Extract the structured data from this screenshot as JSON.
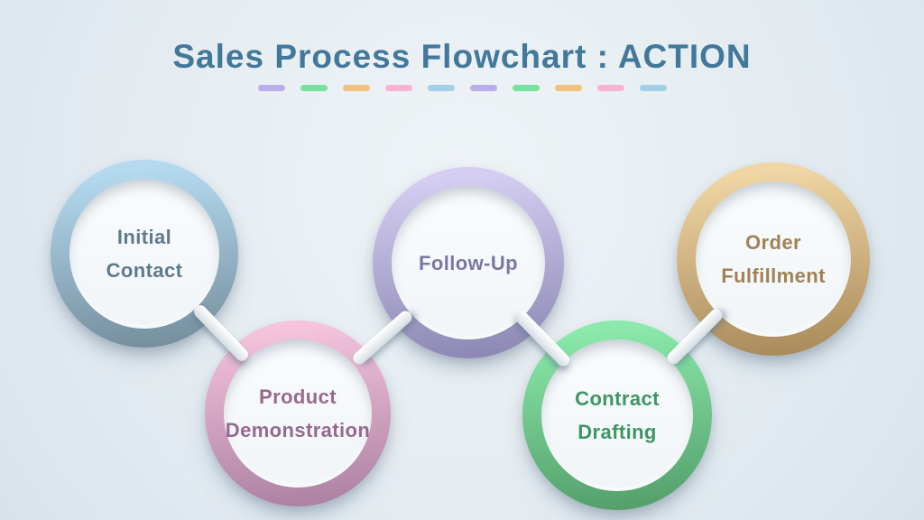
{
  "title": {
    "text": "Sales Process Flowchart : ACTION",
    "color": "#42789a"
  },
  "divider": {
    "dashes": [
      "#b9aeea",
      "#75e39e",
      "#f2c17b",
      "#f8b3d3",
      "#a3d0e8",
      "#b9aeea",
      "#75e39e",
      "#f2c17b",
      "#f8b3d3",
      "#a3d0e8"
    ]
  },
  "nodes": [
    {
      "id": "initial-contact",
      "line1": "Initial",
      "line2": "Contact",
      "ring_top": "#b5daf0",
      "ring_bottom": "#76909f",
      "text_color": "#5d7b8d"
    },
    {
      "id": "product-demonstration",
      "line1": "Product",
      "line2": "Demonstration",
      "ring_top": "#f4c3dc",
      "ring_bottom": "#ad82a3",
      "text_color": "#966a8d"
    },
    {
      "id": "follow-up",
      "line1": "Follow-Up",
      "line2": "",
      "ring_top": "#d5cef2",
      "ring_bottom": "#8d89b4",
      "text_color": "#7b76a5"
    },
    {
      "id": "contract-drafting",
      "line1": "Contract",
      "line2": "Drafting",
      "ring_top": "#8ae9ab",
      "ring_bottom": "#55a06b",
      "text_color": "#3f9563"
    },
    {
      "id": "order-fulfillment",
      "line1": "Order",
      "line2": "Fulfillment",
      "ring_top": "#f0d6a4",
      "ring_bottom": "#ab8c5c",
      "text_color": "#a08255"
    }
  ]
}
